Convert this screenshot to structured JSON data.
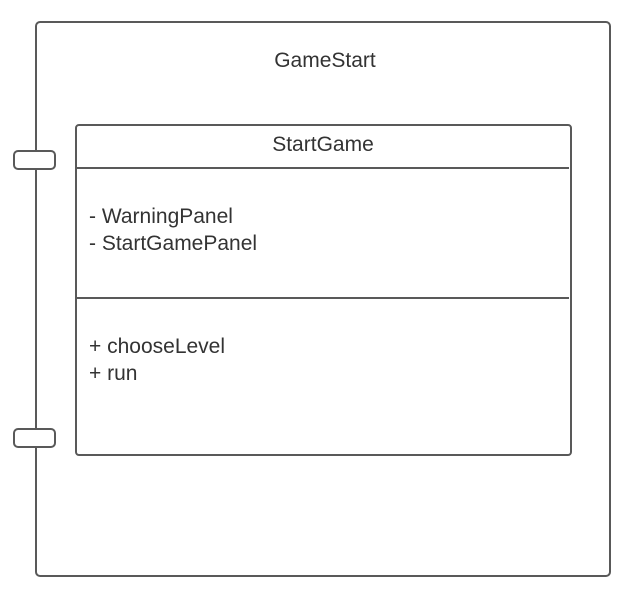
{
  "component": {
    "name": "GameStart"
  },
  "class": {
    "name": "StartGame",
    "attributes": [
      "- WarningPanel",
      "- StartGamePanel"
    ],
    "operations": [
      "+ chooseLevel",
      "+ run"
    ]
  },
  "colors": {
    "stroke": "#595959",
    "text": "#333333",
    "background": "#ffffff"
  }
}
